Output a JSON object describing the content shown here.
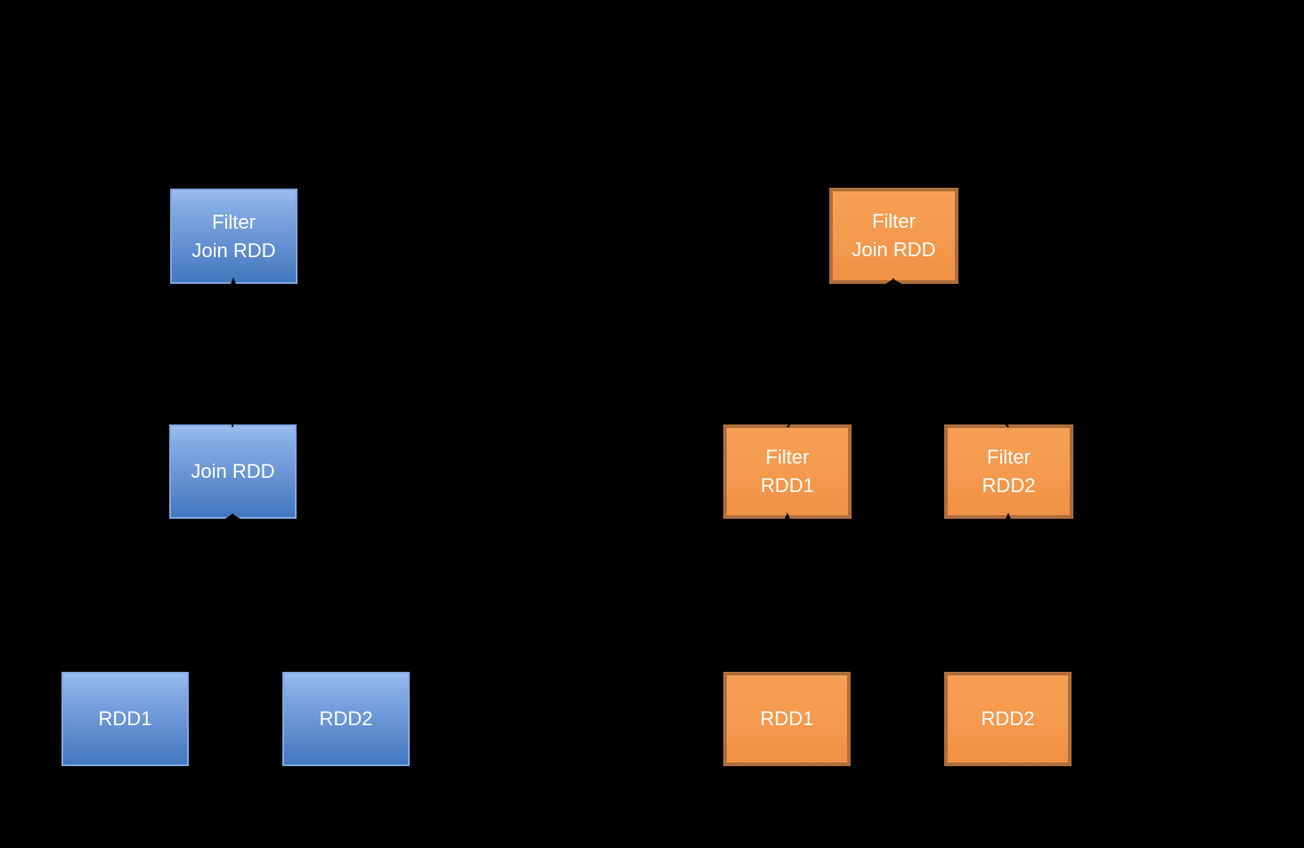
{
  "diagram": {
    "background_color": "#000000",
    "colors": {
      "blue_gradient_top": "#9bbdf0",
      "blue_gradient_bottom": "#4377bf",
      "blue_border": "#7ea6de",
      "orange_fill": "#f49a4e",
      "orange_border": "#ad6e3c",
      "label_text": "#ffffff",
      "arrow": "#000000"
    },
    "left_group": {
      "style": "blue",
      "filter_join": {
        "label": "Filter\nJoin RDD"
      },
      "join": {
        "label": "Join RDD"
      },
      "rdd1": {
        "label": "RDD1"
      },
      "rdd2": {
        "label": "RDD2"
      }
    },
    "right_group": {
      "style": "orange",
      "filter_join": {
        "label": "Filter\nJoin RDD"
      },
      "filter_rdd1": {
        "label": "Filter\nRDD1"
      },
      "filter_rdd2": {
        "label": "Filter\nRDD2"
      },
      "rdd1": {
        "label": "RDD1"
      },
      "rdd2": {
        "label": "RDD2"
      }
    },
    "edges": [
      {
        "from": "left.rdd1",
        "to": "left.join"
      },
      {
        "from": "left.rdd2",
        "to": "left.join"
      },
      {
        "from": "left.join",
        "to": "left.filter_join"
      },
      {
        "from": "right.rdd1",
        "to": "right.filter_rdd1"
      },
      {
        "from": "right.rdd2",
        "to": "right.filter_rdd2"
      },
      {
        "from": "right.filter_rdd1",
        "to": "right.filter_join"
      },
      {
        "from": "right.filter_rdd2",
        "to": "right.filter_join"
      }
    ]
  }
}
